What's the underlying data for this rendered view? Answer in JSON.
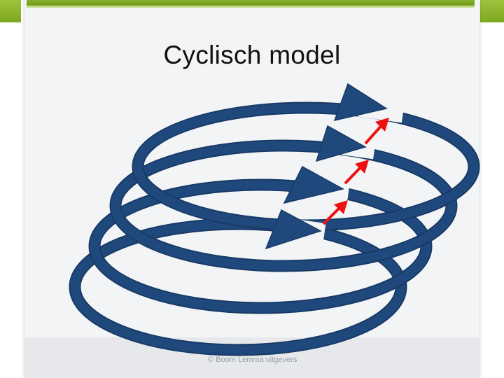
{
  "title": "Cyclisch model",
  "copyright": "© Boom Lemma uitgevers",
  "colors": {
    "loop_fill": "#1f497d",
    "loop_outline": "#173a66",
    "arrow_red": "#ee1111",
    "accent_green": "#86b22a"
  },
  "diagram": {
    "loop_count": 4,
    "red_arrow_count": 3
  }
}
